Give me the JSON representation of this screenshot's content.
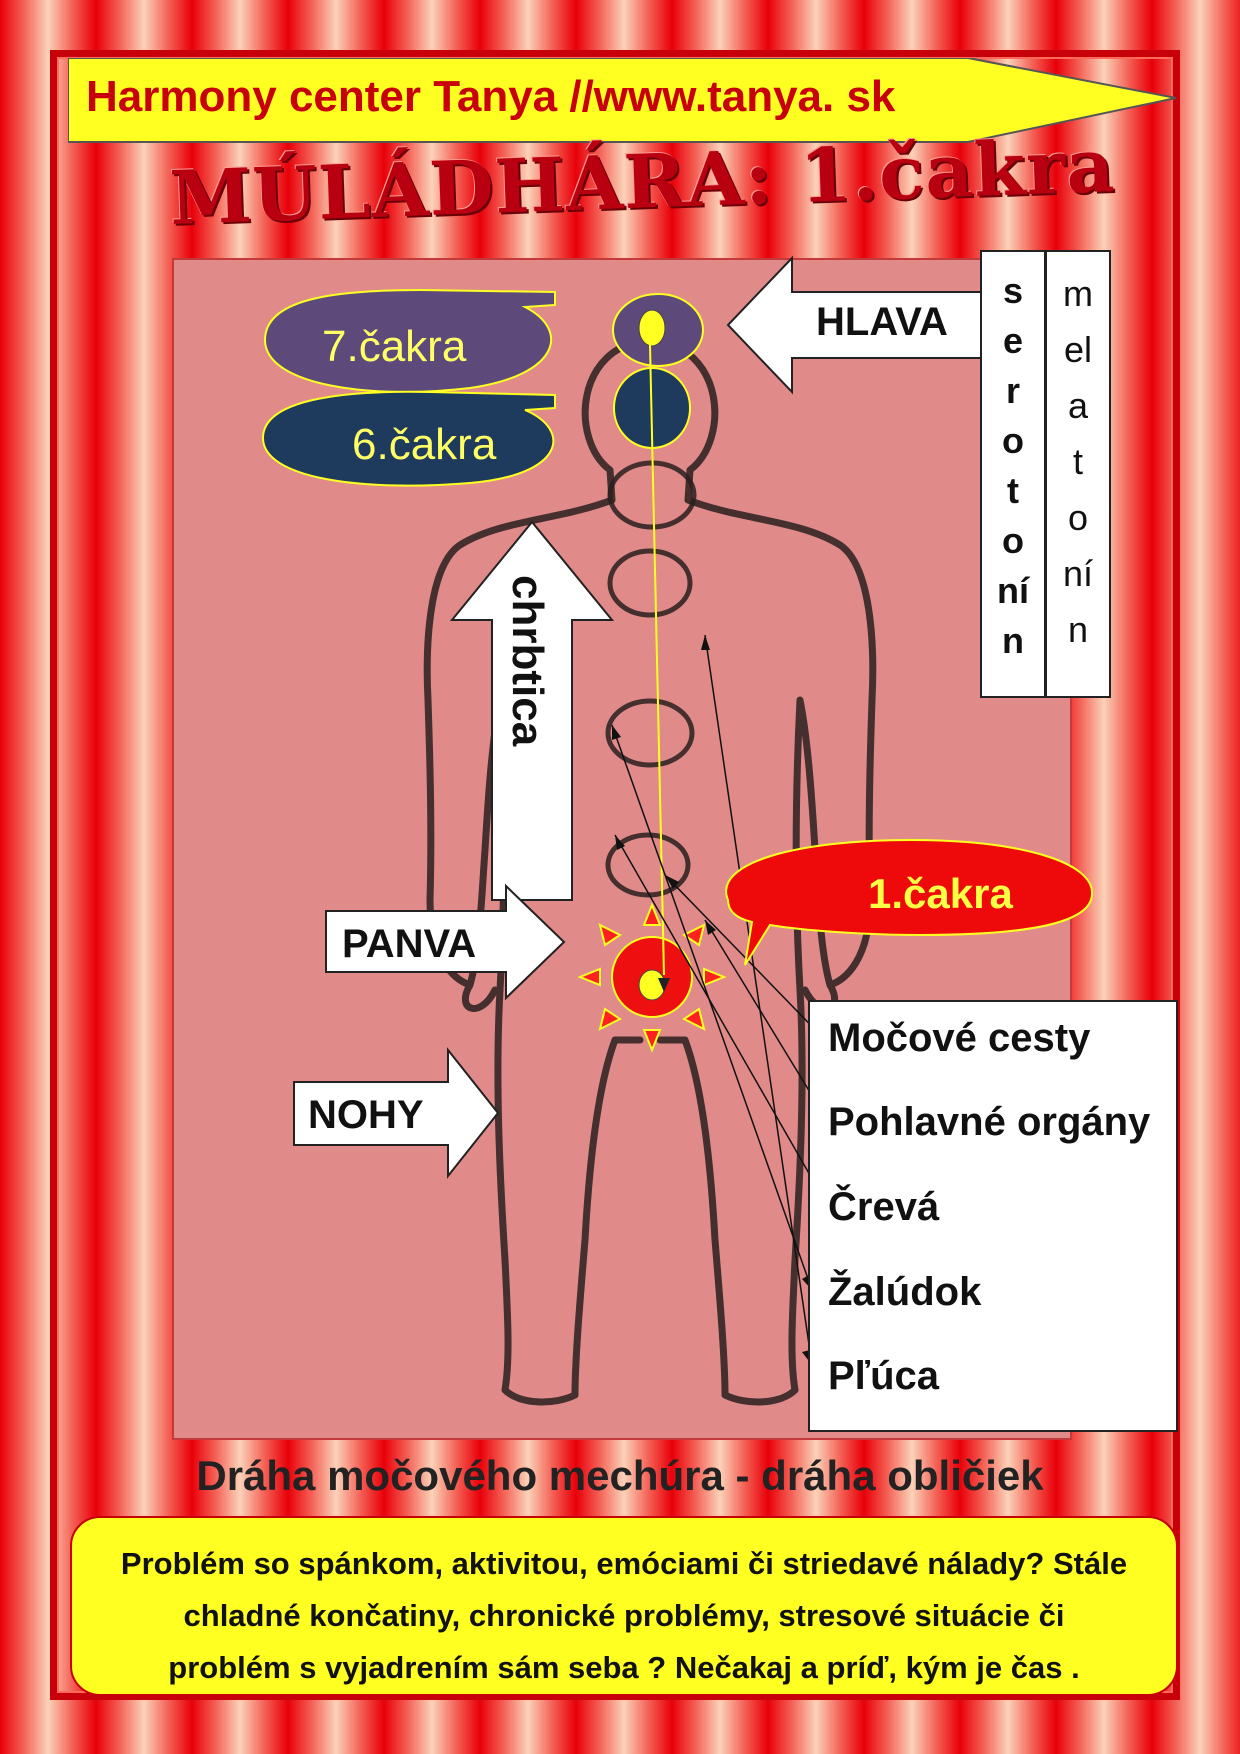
{
  "banner": {
    "text": "Harmony center Tanya //www.tanya. sk"
  },
  "title": "MÚLÁDHÁRA: 1.čakra",
  "labels": {
    "hlava": "HLAVA",
    "chrbtica": "chrbtica",
    "panva": "PANVA",
    "nohy": "NOHY"
  },
  "chakras": {
    "seventh": "7.čakra",
    "sixth": "6.čakra",
    "first": "1.čakra"
  },
  "hormones": {
    "serotonin": [
      "s",
      "e",
      "r",
      "o",
      "t",
      "o",
      "ní",
      "n"
    ],
    "melatonin": [
      "m",
      "el",
      "a",
      "t",
      "o",
      "ní",
      "n"
    ]
  },
  "organs": [
    "Močové cesty",
    "Pohlavné orgány",
    "Črevá",
    "Žalúdok",
    "Pľúca"
  ],
  "subtitle": "Dráha močového mechúra - dráha obličiek",
  "bottom_text": [
    "Problém so spánkom, aktivitou, emóciami či striedavé nálady? Stále",
    "chladné končatiny, chronické problémy, stresové situácie  či",
    "problém s vyjadrením sám seba ? Nečakaj a príď, kým je čas ."
  ],
  "colors": {
    "red": "#e8000a",
    "yellow": "#ffff22",
    "panel": "#e08a8a",
    "chakra7": "#5e4a7a",
    "chakra6": "#1e3a5c"
  }
}
